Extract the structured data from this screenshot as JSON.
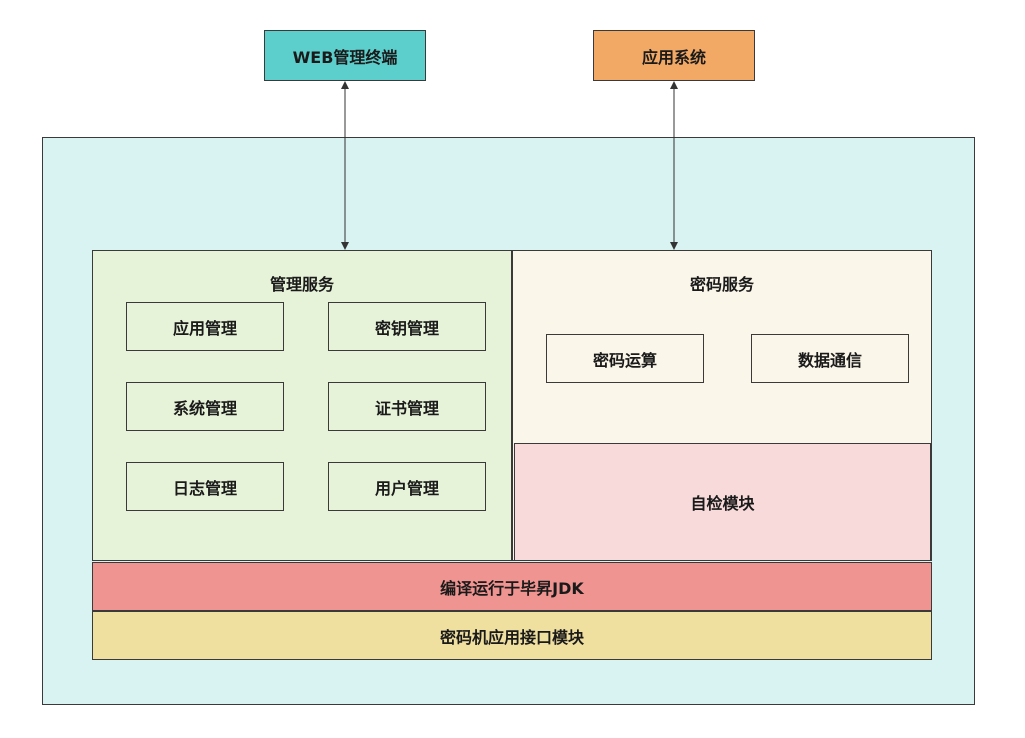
{
  "top": {
    "web_terminal": "WEB管理终端",
    "app_system": "应用系统"
  },
  "management": {
    "title": "管理服务",
    "items": [
      "应用管理",
      "密钥管理",
      "系统管理",
      "证书管理",
      "日志管理",
      "用户管理"
    ]
  },
  "crypto": {
    "title": "密码服务",
    "items": [
      "密码运算",
      "数据通信"
    ]
  },
  "self_test": "自检模块",
  "compile_bar": "编译运行于毕昇JDK",
  "interface_bar": "密码机应用接口模块",
  "colors": {
    "outer": "#d9f2f2",
    "web_terminal": "#5ccfcc",
    "app_system": "#f2a965",
    "management": "#e6f3d9",
    "crypto": "#fbf6ea",
    "self_test": "#f8dada",
    "compile_bar": "#ef9491",
    "interface_bar": "#f0e0a0"
  }
}
